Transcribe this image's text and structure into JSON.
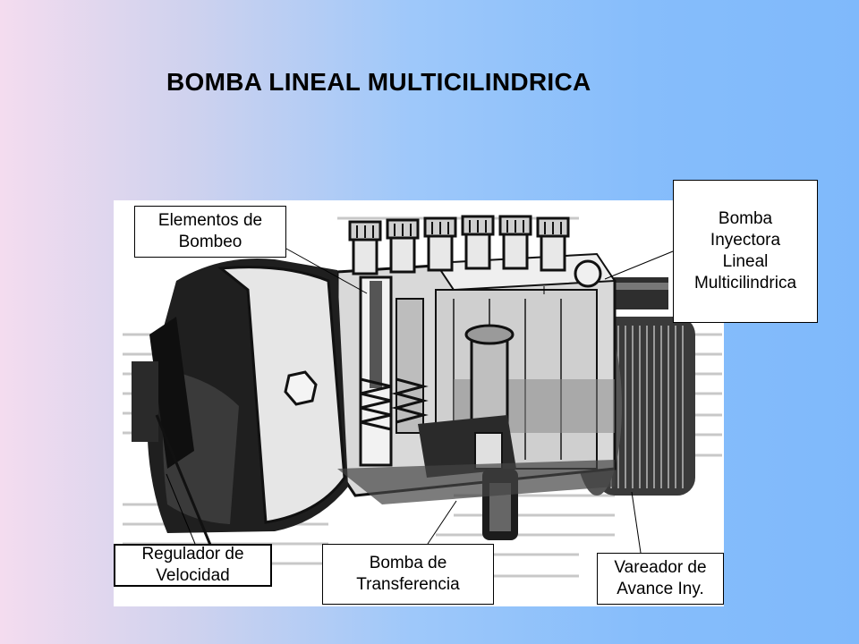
{
  "slide": {
    "title": "BOMBA LINEAL MULTICILINDRICA"
  },
  "labels": {
    "elementos": "Elementos de\nBombeo",
    "bomba_inyectora": "Bomba\nInyectora\nLineal\n Multicilindrica",
    "regulador": "Regulador de\nVelocidad",
    "transferencia": "Bomba de\nTransferencia",
    "vareador": "Vareador de\nAvance Iny."
  },
  "colors": {
    "background_left": "#f4dcef",
    "background_right": "#7fb9fb",
    "label_fill": "#ffffff",
    "label_border": "#000000"
  }
}
